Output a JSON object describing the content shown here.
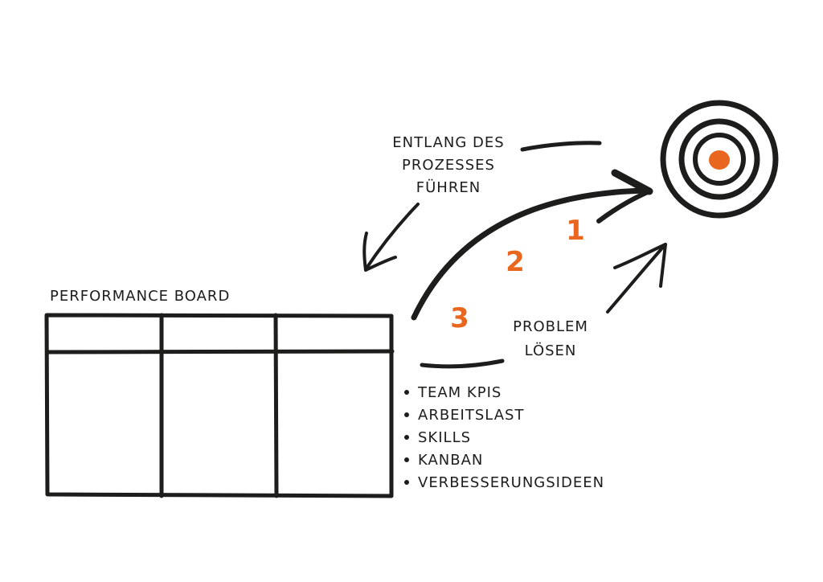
{
  "colors": {
    "ink": "#1d1d1b",
    "accent": "#e8661e"
  },
  "labels": {
    "process": [
      "ENTLANG DES",
      "PROZESSES",
      "FÜHREN"
    ],
    "problem": [
      "PROBLEM",
      "LÖSEN"
    ],
    "board_title": "PERFORMANCE BOARD"
  },
  "steps": [
    "1",
    "2",
    "3"
  ],
  "board_items": [
    "TEAM KPIS",
    "ARBEITSLAST",
    "SKILLS",
    "KANBAN",
    "VERBESSERUNGSIDEEN"
  ]
}
